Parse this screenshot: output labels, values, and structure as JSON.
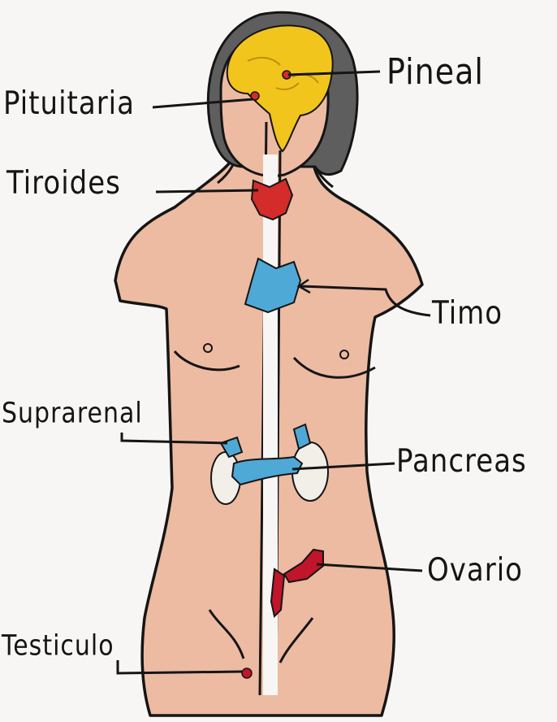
{
  "labels": {
    "pineal": "Pineal",
    "pituitaria": "Pituitaria",
    "tiroides": "Tiroides",
    "timo": "Timo",
    "suprarenal": "Suprarenal",
    "pancreas": "Pancreas",
    "ovario": "Ovario",
    "testiculo": "Testiculo"
  },
  "colors": {
    "paper": "#f7f6f4",
    "skin": "#edbba2",
    "hair": "#5e5e5e",
    "brain": "#f2c51d",
    "thyroid": "#d42b2b",
    "blue_glands": "#4fa9d6",
    "kidney": "#f2efe9",
    "ovary": "#c0152a",
    "ink": "#151515"
  },
  "icons": {
    "figure": "female-and-male-split-body-outline",
    "brain": "brain-icon"
  }
}
